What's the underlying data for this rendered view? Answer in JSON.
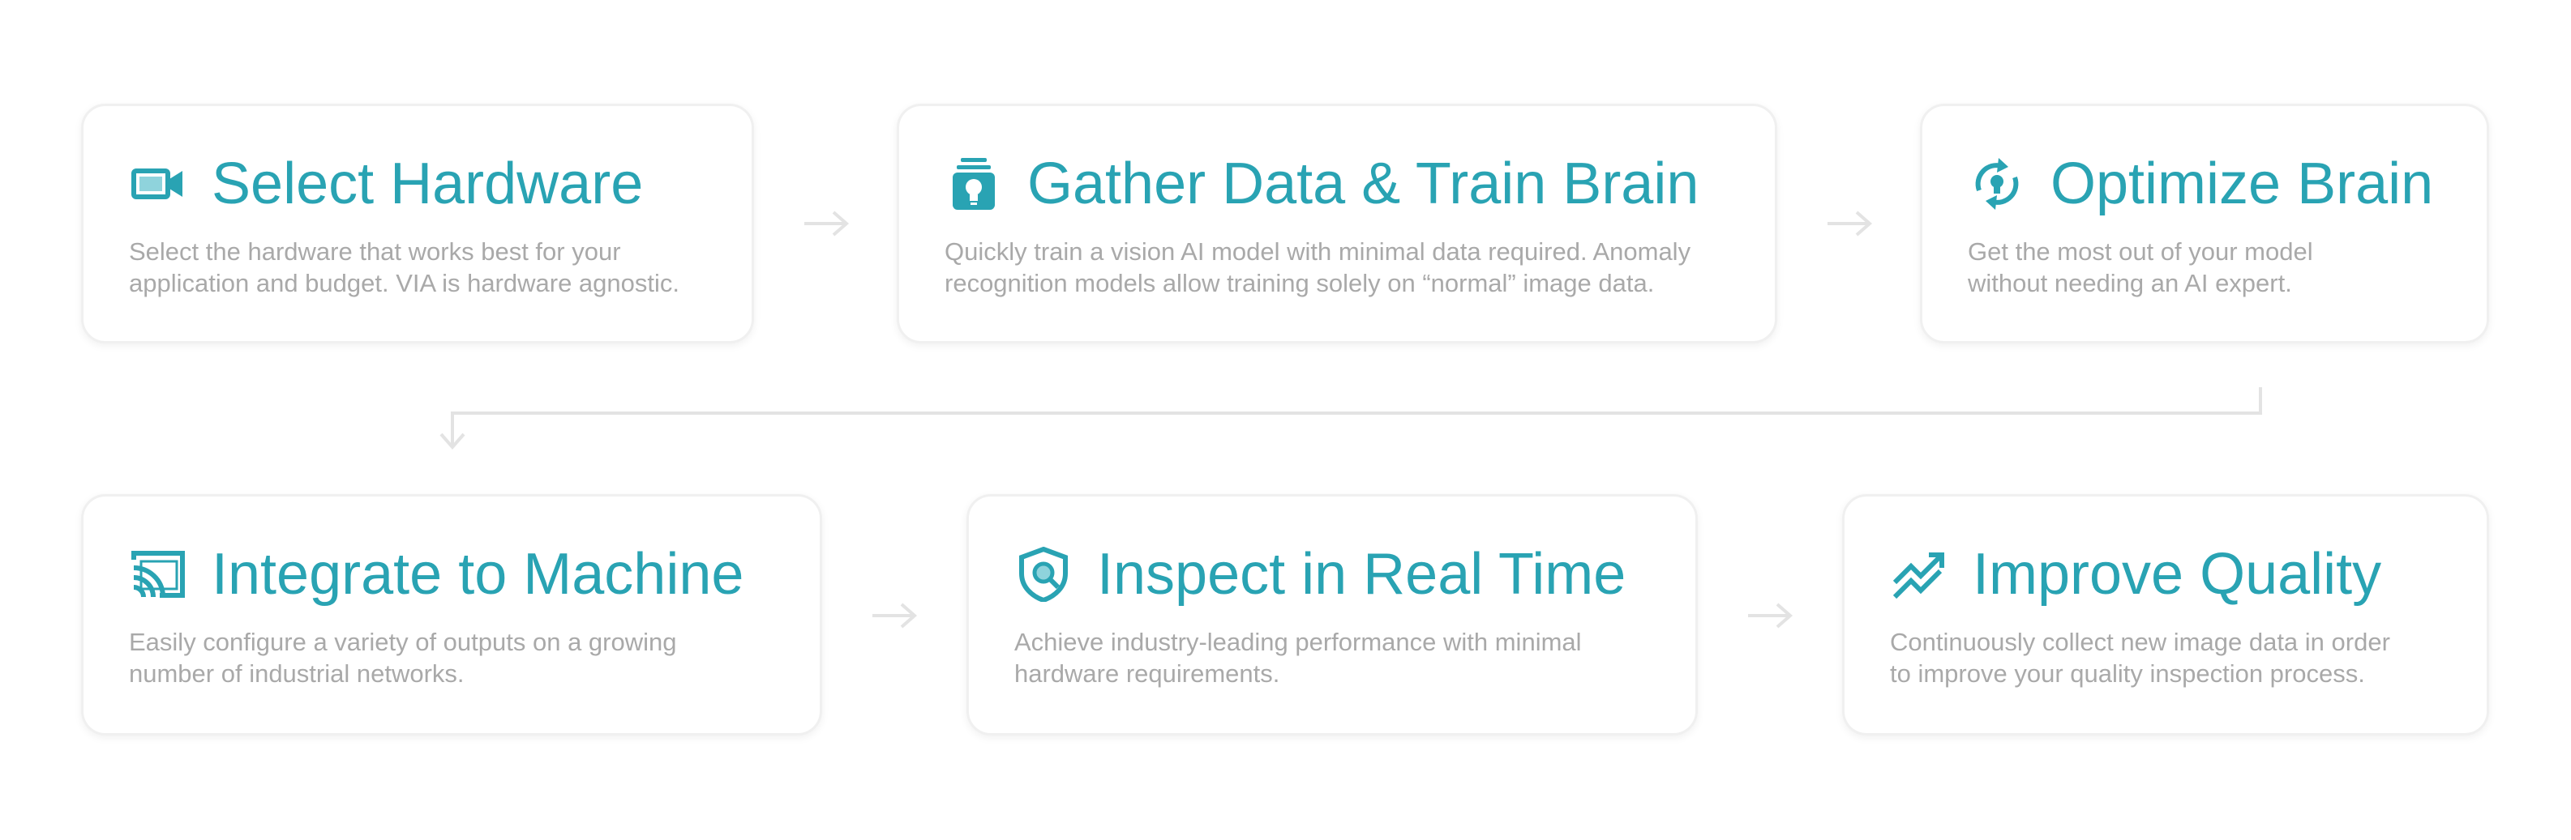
{
  "colors": {
    "accent": "#29a3b3",
    "text_muted": "#a9a9a9",
    "arrow": "#e3e3e3",
    "card_border": "#f0f0f0"
  },
  "steps": [
    {
      "title": "Select Hardware",
      "icon": "video-camera-icon",
      "desc_line1": "Select the hardware that works best for your",
      "desc_line2": "application and budget. VIA is hardware agnostic."
    },
    {
      "title": "Gather Data & Train Brain",
      "icon": "lightbulb-database-icon",
      "desc_line1": "Quickly train a vision AI model with minimal data required. Anomaly",
      "desc_line2": "recognition models allow training solely on “normal” image data."
    },
    {
      "title": "Optimize Brain",
      "icon": "refresh-bulb-icon",
      "desc_line1": "Get the most out of your model",
      "desc_line2": "without needing an AI expert."
    },
    {
      "title": "Integrate to Machine",
      "icon": "cast-icon",
      "desc_line1": "Easily configure a variety of outputs on a growing",
      "desc_line2": "number of industrial networks."
    },
    {
      "title": "Inspect in Real Time",
      "icon": "shield-search-icon",
      "desc_line1": "Achieve industry-leading performance with minimal",
      "desc_line2": "hardware requirements."
    },
    {
      "title": "Improve Quality",
      "icon": "trending-up-icon",
      "desc_line1": "Continuously collect new image data in order",
      "desc_line2": "to improve your quality inspection process."
    }
  ]
}
